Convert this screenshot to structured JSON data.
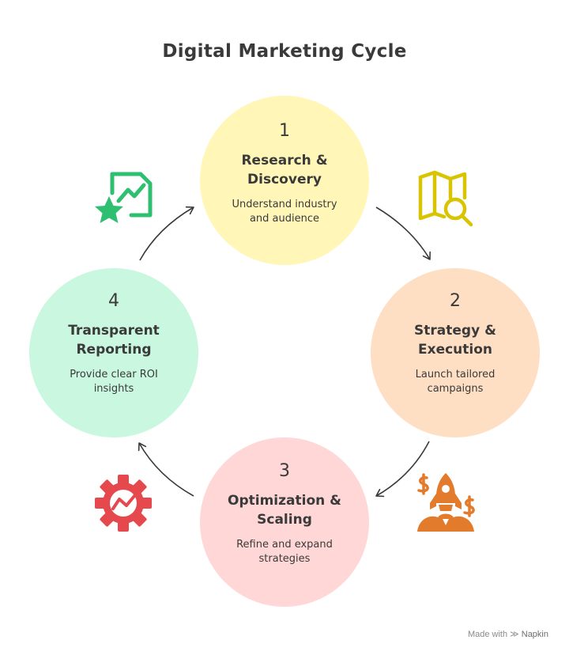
{
  "title": "Digital Marketing Cycle",
  "stages": [
    {
      "number": "1",
      "heading_line1": "Research &",
      "heading_line2": "Discovery",
      "desc_line1": "Understand industry",
      "desc_line2": "and audience",
      "color": "#fff6b8"
    },
    {
      "number": "2",
      "heading_line1": "Strategy &",
      "heading_line2": "Execution",
      "desc_line1": "Launch tailored",
      "desc_line2": "campaigns",
      "color": "#ffdfc4"
    },
    {
      "number": "3",
      "heading_line1": "Optimization &",
      "heading_line2": "Scaling",
      "desc_line1": "Refine and expand",
      "desc_line2": "strategies",
      "color": "#ffd7d6"
    },
    {
      "number": "4",
      "heading_line1": "Transparent",
      "heading_line2": "Reporting",
      "desc_line1": "Provide clear ROI",
      "desc_line2": "insights",
      "color": "#c9f7e0"
    }
  ],
  "icons": {
    "research": {
      "name": "map-search-icon",
      "color": "#d8c400"
    },
    "strategy": {
      "name": "rocket-money-icon",
      "color": "#e27b2b"
    },
    "optimization": {
      "name": "gear-trend-icon",
      "color": "#e5484d"
    },
    "reporting": {
      "name": "chart-star-icon",
      "color": "#2fbf71"
    }
  },
  "watermark": {
    "prefix": "Made with",
    "brand": "Napkin"
  }
}
